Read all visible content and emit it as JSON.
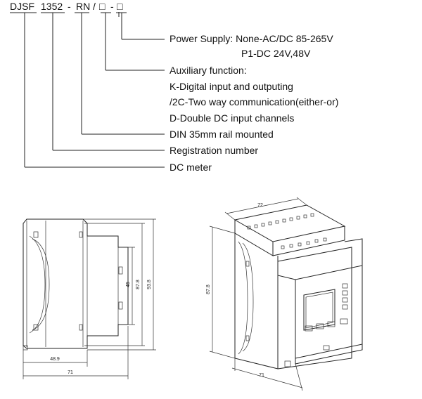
{
  "model_code": {
    "prefix": "DJSF",
    "number": "1352",
    "sep1": "-",
    "suffix": "RN",
    "slash": "/",
    "box1": "□",
    "sep2": "-",
    "box2": "□"
  },
  "legend": [
    {
      "text": "Power Supply: None-AC/DC 85-265V"
    },
    {
      "text": "P1-DC 24V,48V"
    },
    {
      "text": "Auxiliary function:"
    },
    {
      "text": "K-Digital input and outputing"
    },
    {
      "text": "/2C-Two way communication(either-or)"
    },
    {
      "text": "D-Double DC input channels"
    },
    {
      "text": "DIN 35mm rail mounted"
    },
    {
      "text": "Registration number"
    },
    {
      "text": "DC meter"
    }
  ],
  "dimensions": {
    "side_view": {
      "height_inner": "45",
      "height_mid": "87.8",
      "height_total": "93.8",
      "width_base": "48.9",
      "width_total": "71"
    },
    "iso_view": {
      "top_width": "72",
      "height": "87.8",
      "depth": "71"
    }
  }
}
